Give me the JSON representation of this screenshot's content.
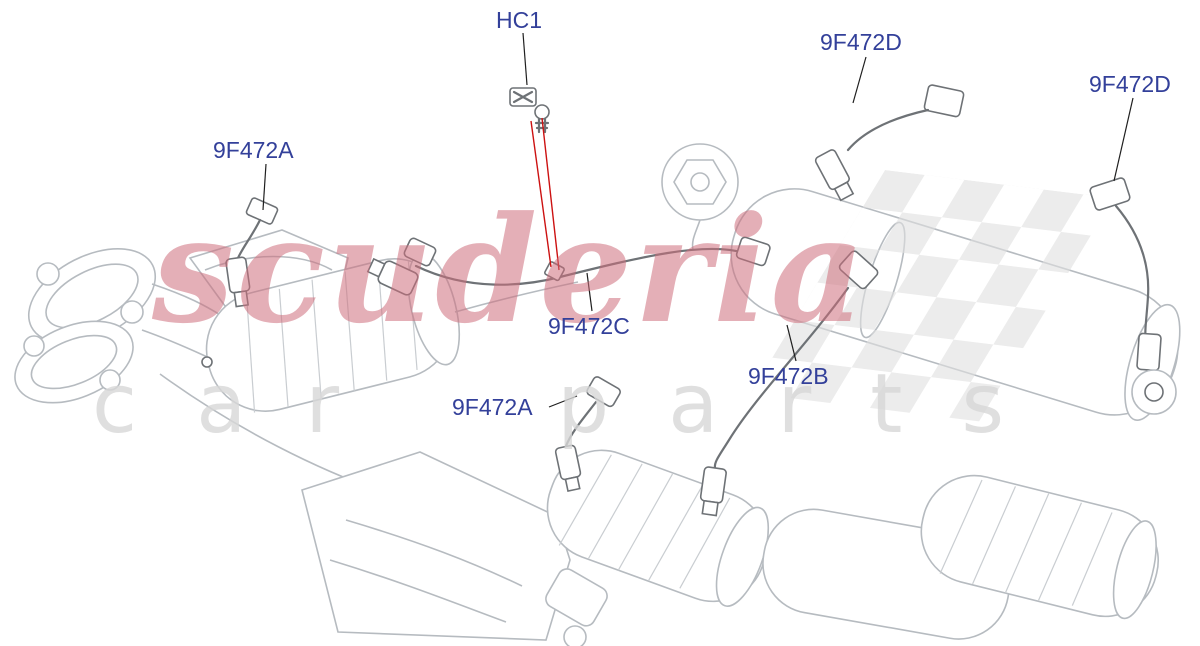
{
  "watermark": {
    "brand": "scuderia",
    "subtitle": "car parts"
  },
  "labels": {
    "hc1": "HC1",
    "a_upper": "9F472A",
    "a_lower": "9F472A",
    "b": "9F472B",
    "c": "9F472C",
    "d_left": "9F472D",
    "d_right": "9F472D"
  },
  "colors": {
    "label_blue": "#33409a",
    "leader_red": "#cc1111",
    "watermark_pink": "#cf6f7d",
    "watermark_gray": "#d8d8d8"
  }
}
